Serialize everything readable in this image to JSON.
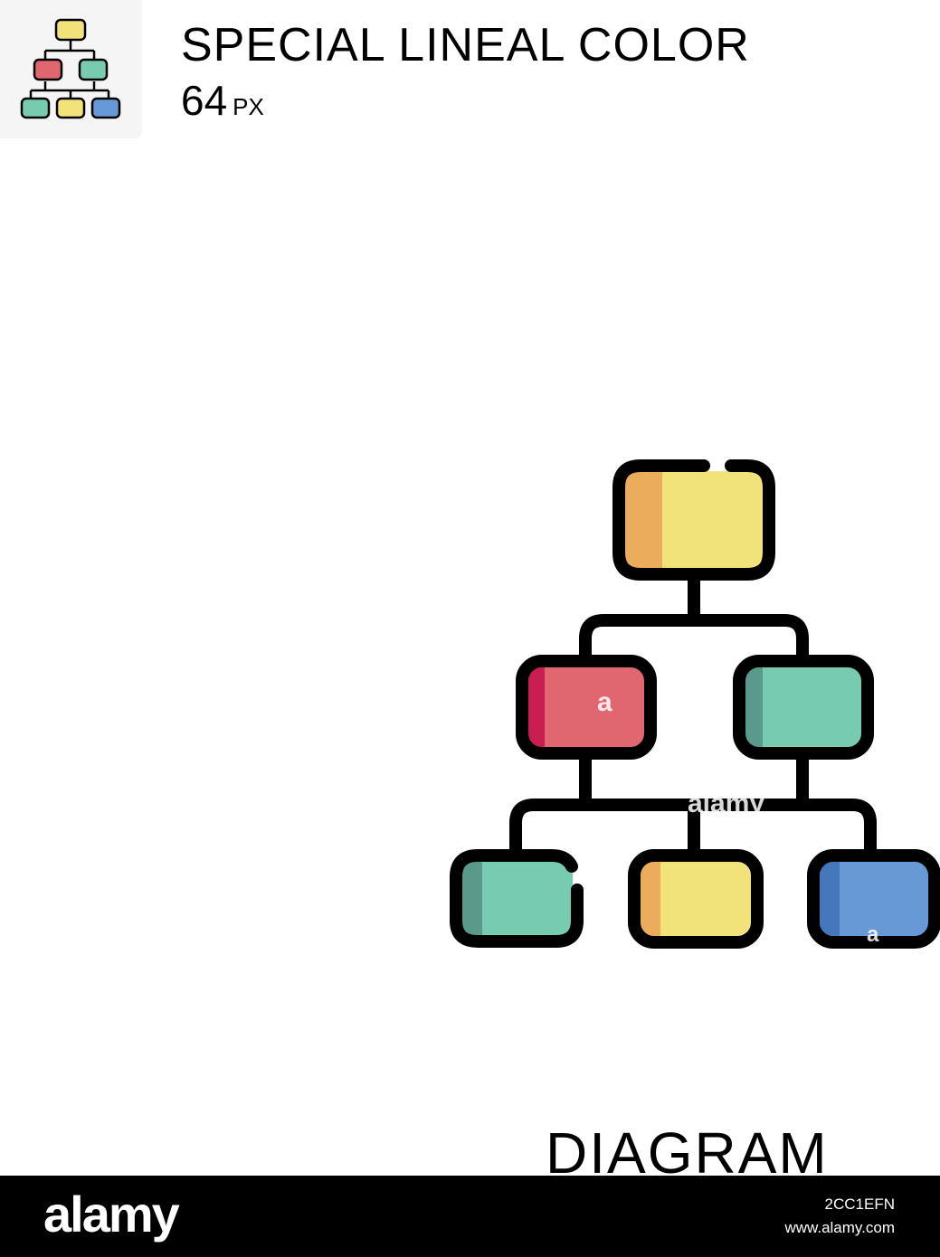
{
  "header": {
    "title": "SPECIAL LINEAL COLOR",
    "size_value": "64",
    "size_unit": "PX"
  },
  "icon": {
    "name": "diagram-icon",
    "caption": "DIAGRAM",
    "colors": {
      "stroke": "#000000",
      "yellow": "#f2e27a",
      "yellow_shade": "#ebad5c",
      "red": "#e06670",
      "red_shade": "#c81e52",
      "teal": "#76cbb0",
      "teal_shade": "#5a9a8c",
      "blue": "#6699d6",
      "blue_shade": "#4477bb"
    }
  },
  "watermark": {
    "glyph": "a",
    "text": "alamy"
  },
  "footer": {
    "brand": "alamy",
    "image_id": "2CC1EFN",
    "url": "www.alamy.com"
  }
}
